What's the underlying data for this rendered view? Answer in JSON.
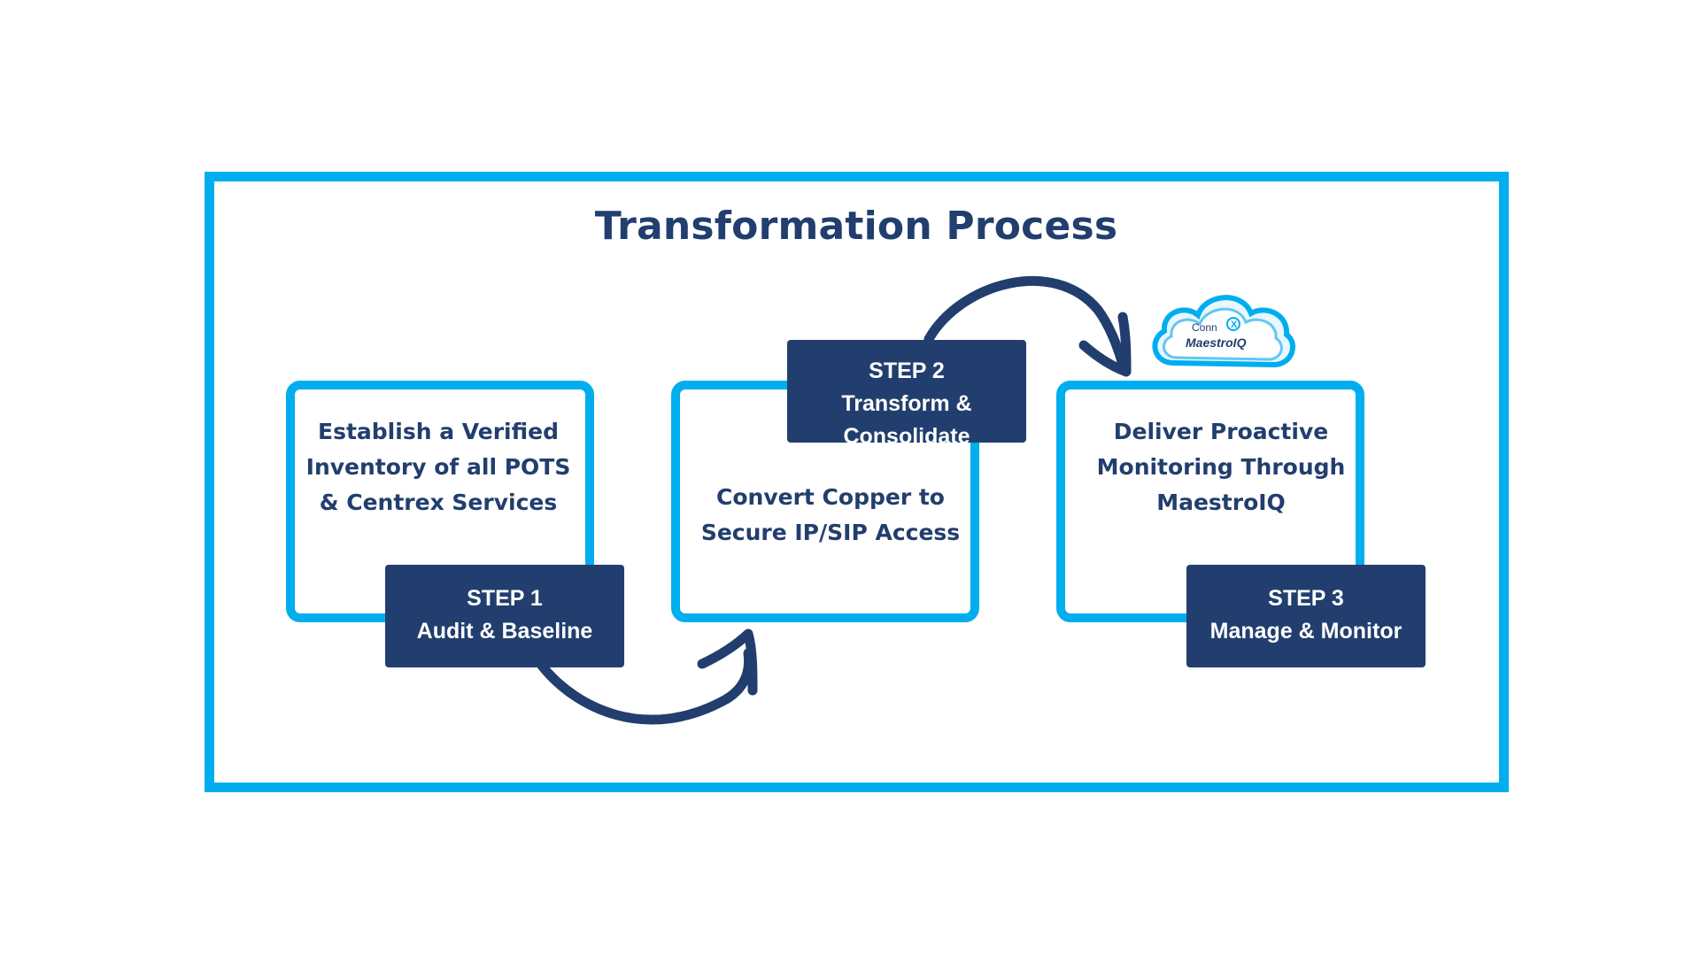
{
  "title": "Transformation Process",
  "colors": {
    "frame": "#00AEEF",
    "navy": "#223E6E",
    "background": "#FFFFFF"
  },
  "steps": [
    {
      "card_lines": [
        "Establish a Verified",
        "Inventory of all POTS",
        "& Centrex Services"
      ],
      "label_lines": [
        "STEP 1",
        "Audit & Baseline"
      ]
    },
    {
      "card_lines": [
        "Convert Copper to",
        "Secure IP/SIP Access"
      ],
      "label_lines": [
        "STEP 2",
        "Transform &",
        "Consolidate"
      ]
    },
    {
      "card_lines": [
        "Deliver Proactive",
        "Monitoring Through",
        "MaestroIQ"
      ],
      "label_lines": [
        "STEP 3",
        "Manage & Monitor"
      ]
    }
  ],
  "logo": {
    "brand": "Conn",
    "brand_mark": "X",
    "product": "MaestroIQ",
    "icon": "cloud-icon"
  },
  "arrows": [
    "curved-arrow-step1-to-step2",
    "curved-arrow-step2-to-step3"
  ]
}
